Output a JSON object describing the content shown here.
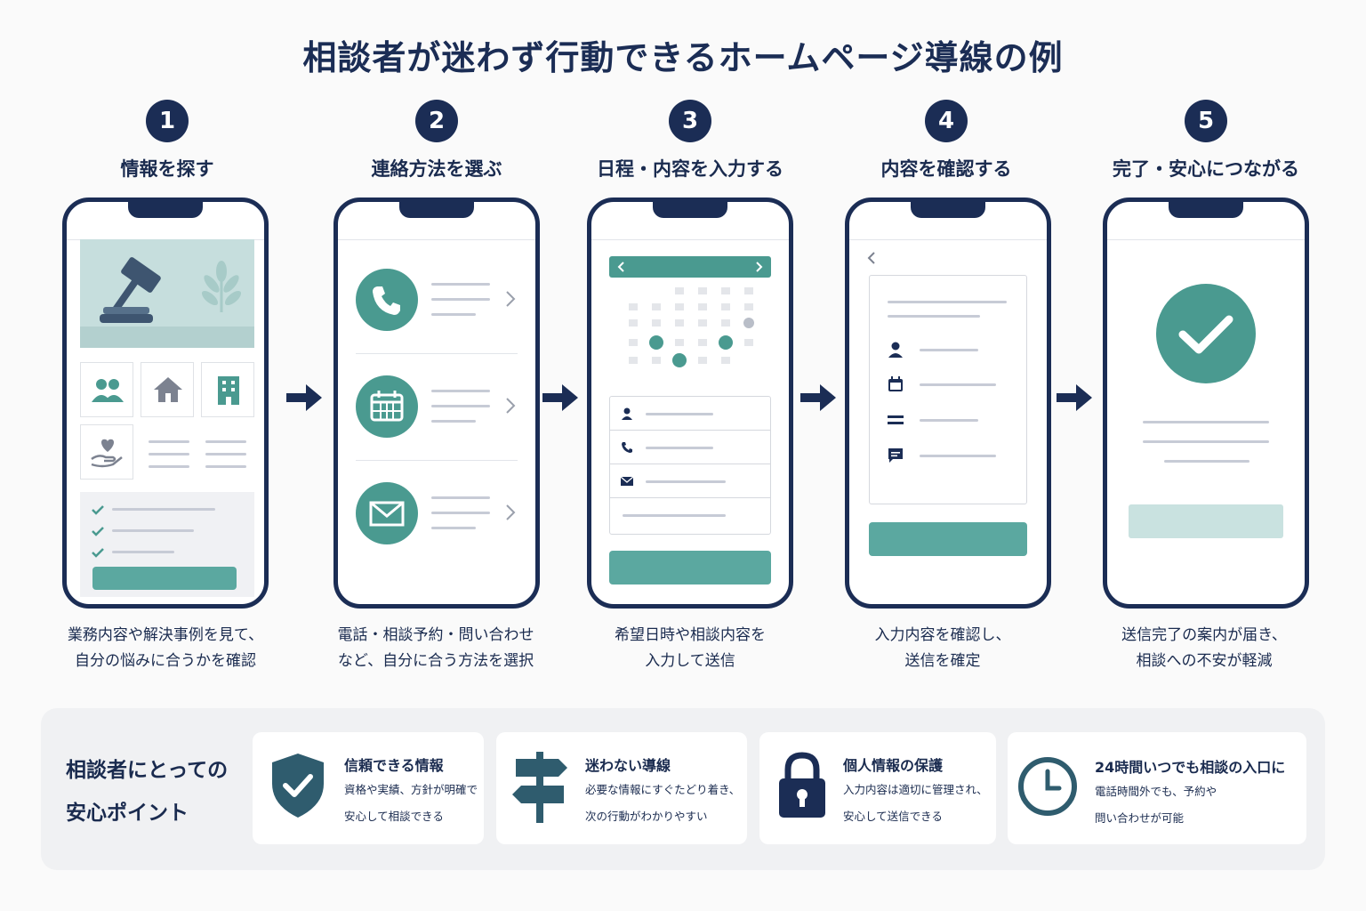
{
  "title": "相談者が迷わず行動できるホームページ導線の例",
  "steps": [
    {
      "number": "1",
      "title": "情報を探す",
      "desc_line1": "業務内容や解決事例を見て、",
      "desc_line2": "自分の悩みに合うかを確認"
    },
    {
      "number": "2",
      "title": "連絡方法を選ぶ",
      "desc_line1": "電話・相談予約・問い合わせ",
      "desc_line2": "など、自分に合う方法を選択"
    },
    {
      "number": "3",
      "title": "日程・内容を入力する",
      "desc_line1": "希望日時や相談内容を",
      "desc_line2": "入力して送信"
    },
    {
      "number": "4",
      "title": "内容を確認する",
      "desc_line1": "入力内容を確認し、",
      "desc_line2": "送信を確定"
    },
    {
      "number": "5",
      "title": "完了・安心につながる",
      "desc_line1": "送信完了の案内が届き、",
      "desc_line2": "相談への不安が軽減"
    }
  ],
  "panel": {
    "heading_line1": "相談者にとっての",
    "heading_line2": "安心ポイント",
    "cards": [
      {
        "icon": "shield-check-icon",
        "title": "信頼できる情報",
        "line1": "資格や実績、方針が明確で",
        "line2": "安心して相談できる"
      },
      {
        "icon": "signpost-icon",
        "title": "迷わない導線",
        "line1": "必要な情報にすぐたどり着き、",
        "line2": "次の行動がわかりやすい"
      },
      {
        "icon": "lock-icon",
        "title": "個人情報の保護",
        "line1": "入力内容は適切に管理され、",
        "line2": "安心して送信できる"
      },
      {
        "icon": "clock-icon",
        "title": "24時間いつでも相談の入口に",
        "line1": "電話時間外でも、予約や",
        "line2": "問い合わせが可能"
      }
    ]
  },
  "colors": {
    "navy": "#1b2d55",
    "teal": "#5ba8a0",
    "light_teal": "#c9e2e0",
    "gray_line": "#c7cbd6"
  }
}
